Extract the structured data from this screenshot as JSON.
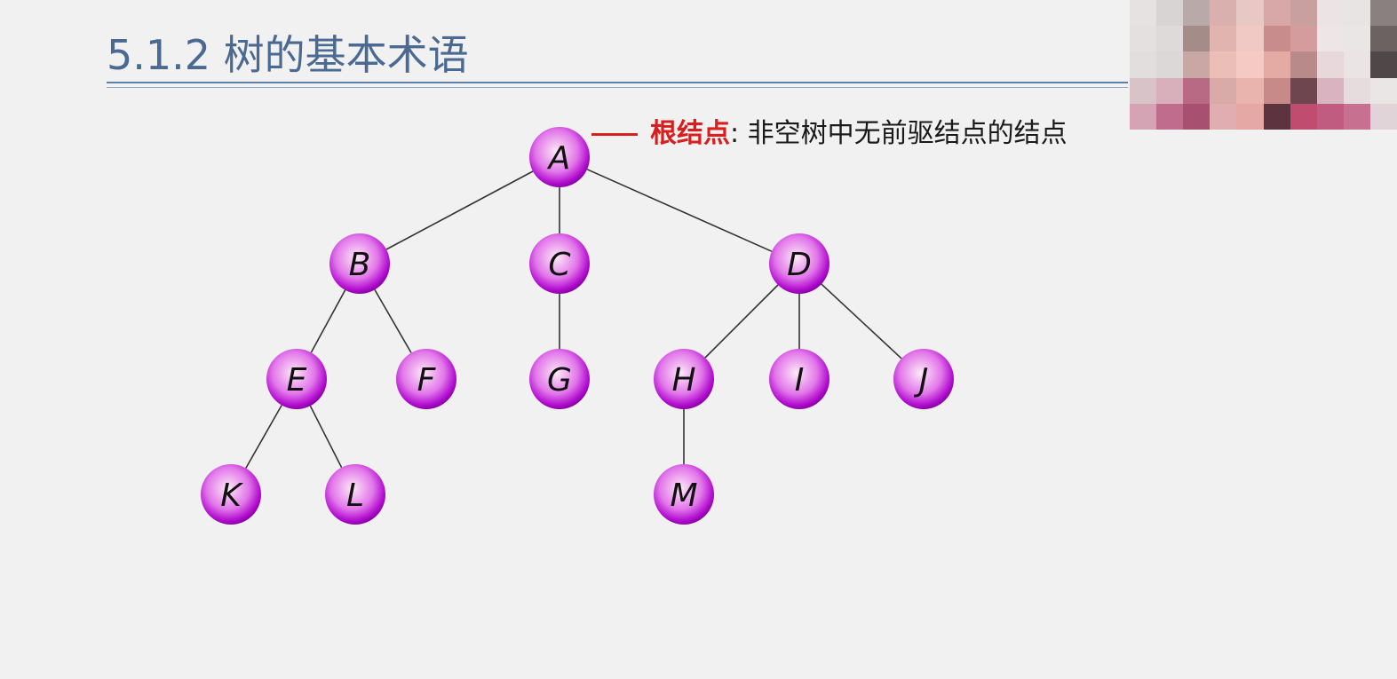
{
  "slide": {
    "title": "5.1.2 树的基本术语",
    "accent_color": "#4a6a92"
  },
  "callout": {
    "term": "根结点",
    "separator": ":",
    "description": "非空树中无前驱结点的结点",
    "color": "#d81e1e"
  },
  "tree": {
    "node_colors": {
      "center": "#fde9f6",
      "edge": "#b30fd0",
      "rim": "#8c00a8"
    },
    "nodes": [
      {
        "id": "A",
        "label": "A",
        "parent": null
      },
      {
        "id": "B",
        "label": "B",
        "parent": "A"
      },
      {
        "id": "C",
        "label": "C",
        "parent": "A"
      },
      {
        "id": "D",
        "label": "D",
        "parent": "A"
      },
      {
        "id": "E",
        "label": "E",
        "parent": "B"
      },
      {
        "id": "F",
        "label": "F",
        "parent": "B"
      },
      {
        "id": "G",
        "label": "G",
        "parent": "C"
      },
      {
        "id": "H",
        "label": "H",
        "parent": "D"
      },
      {
        "id": "I",
        "label": "I",
        "parent": "D"
      },
      {
        "id": "J",
        "label": "J",
        "parent": "D"
      },
      {
        "id": "K",
        "label": "K",
        "parent": "E"
      },
      {
        "id": "L",
        "label": "L",
        "parent": "E"
      },
      {
        "id": "M",
        "label": "M",
        "parent": "H"
      }
    ]
  },
  "webcam": {
    "icon": "pixelated-webcam-overlay",
    "colors": [
      "#e6e2e2",
      "#d8d4d4",
      "#b8aaa8",
      "#d9b0ad",
      "#e8c8c4",
      "#d8a8a8",
      "#c9a0a0",
      "#ece4e4",
      "#e8e4e4",
      "#8a8080",
      "#e4e0e0",
      "#dedada",
      "#a48c88",
      "#e2b4b0",
      "#f0c8c4",
      "#c88c8c",
      "#d49c9c",
      "#eee6e6",
      "#ebe6e6",
      "#6c6262",
      "#e2dede",
      "#dcd8d8",
      "#c8a8a4",
      "#ecbeb8",
      "#f6cac4",
      "#e4aaa4",
      "#b88a8a",
      "#e8d8dc",
      "#eae4e4",
      "#504848",
      "#d8c4c8",
      "#d8b0bc",
      "#b86a84",
      "#d8aaa8",
      "#eab4ae",
      "#c88a88",
      "#6e4650",
      "#d8b4c0",
      "#e6dcde",
      "#ebe6e6",
      "#d4a4b4",
      "#c06c8c",
      "#a85070",
      "#e0aeb0",
      "#e6a8a4",
      "#5c3440",
      "#c04c70",
      "#c05c80",
      "#c87090",
      "#e0d4d8"
    ]
  }
}
